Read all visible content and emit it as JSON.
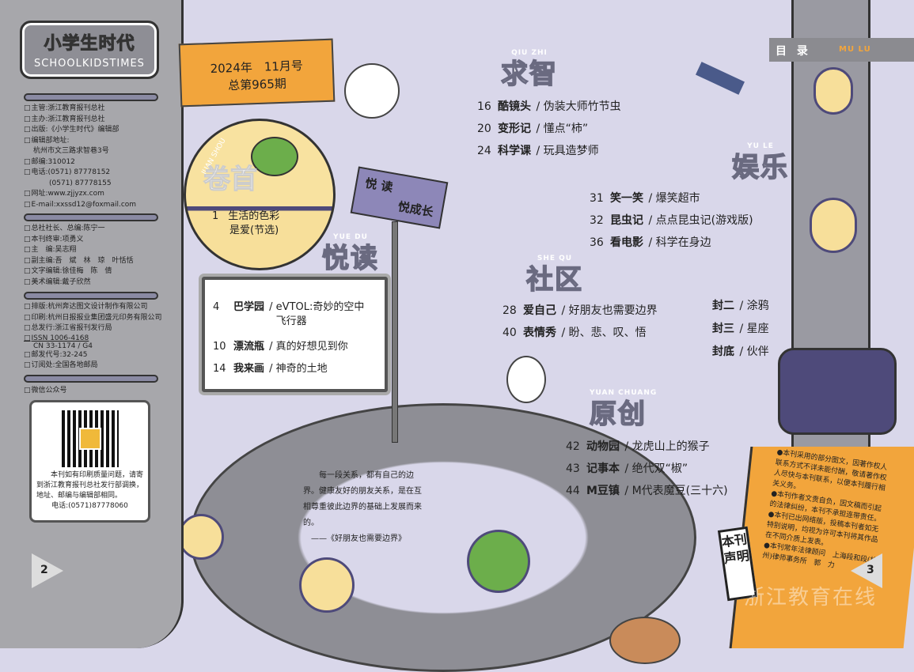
{
  "logo": {
    "cn": "小学生时代",
    "en": "SCHOOLKIDSTIMES"
  },
  "colophon": {
    "group1": [
      "主管:浙江教育报刊总社",
      "主办:浙江教育报刊总社",
      "出版:《小学生时代》编辑部",
      "编辑部地址:",
      "杭州市文三路求智巷3号",
      "邮编:310012",
      "电话:(0571) 87778152",
      "(0571) 87778155",
      "网址:www.zjjyzx.com",
      "E-mail:xxssd12@foxmail.com"
    ],
    "group2": [
      "总社社长、总编:陈宁一",
      "本刊终审:项勇义",
      "主　编:吴志翔",
      "副主编:吾　斌　林　琼　叶恬恬",
      "文字编辑:徐佳梅　陈　倩",
      "美术编辑:戴子欣然"
    ],
    "group3": [
      "排版:杭州奔达图文设计制作有限公司",
      "印刷:杭州日报报业集团盛元印务有限公司",
      "总发行:浙江省报刊发行局",
      "ISSN 1006-4168",
      "CN 33-1174 / G4",
      "邮发代号:32-245",
      "订阅处:全国各地邮局"
    ],
    "wechat": "微信公众号",
    "qr_note": "本刊如有印刷质量问题，请寄到浙江教育报刊总社发行部调换，地址、邮编与编辑部相同。",
    "qr_phone": "电话:(0571)87778060"
  },
  "pages": {
    "left": "2",
    "right": "3"
  },
  "issue": {
    "line1": "2024年　11月号",
    "line2": "总第965期"
  },
  "juanshou": {
    "title": "卷首",
    "en": "JUAN SHOU",
    "num": "1",
    "title_line1": "生活的色彩",
    "title_line2": "是爱(节选)"
  },
  "sign": {
    "line1": "悦 读",
    "line2": "悦成长"
  },
  "yuedu": {
    "title": "悦读",
    "en": "YUE DU",
    "entries": [
      {
        "num": "4",
        "col": "巴学园",
        "title": "eVTOL:奇妙的空中飞行器"
      },
      {
        "num": "10",
        "col": "漂流瓶",
        "title": "真的好想见到你"
      },
      {
        "num": "14",
        "col": "我来画",
        "title": "神奇的土地"
      }
    ]
  },
  "header": {
    "title": "目 录",
    "en": "MU LU"
  },
  "qiuzhi": {
    "title": "求智",
    "en": "QIU ZHI",
    "entries": [
      {
        "num": "16",
        "col": "酷镜头",
        "title": "伪装大师竹节虫"
      },
      {
        "num": "20",
        "col": "变形记",
        "title": "懂点“柿”"
      },
      {
        "num": "24",
        "col": "科学课",
        "title": "玩具造梦师"
      }
    ]
  },
  "yule": {
    "title": "娱乐",
    "en": "YU LE",
    "entries": [
      {
        "num": "31",
        "col": "笑一笑",
        "title": "爆笑超市"
      },
      {
        "num": "32",
        "col": "昆虫记",
        "title": "点点昆虫记(游戏版)"
      },
      {
        "num": "36",
        "col": "看电影",
        "title": "科学在身边"
      }
    ]
  },
  "shequ": {
    "title": "社区",
    "en": "SHE QU",
    "entries": [
      {
        "num": "28",
        "col": "爱自己",
        "title": "好朋友也需要边界"
      },
      {
        "num": "40",
        "col": "表情秀",
        "title": "盼、悲、叹、悟"
      }
    ]
  },
  "covers": [
    {
      "col": "封二",
      "title": "涂鸦"
    },
    {
      "col": "封三",
      "title": "星座"
    },
    {
      "col": "封底",
      "title": "伙伴"
    }
  ],
  "yuanchuang": {
    "title": "原创",
    "en": "YUAN CHUANG",
    "entries": [
      {
        "num": "42",
        "col": "动物园",
        "title": "龙虎山上的猴子"
      },
      {
        "num": "43",
        "col": "记事本",
        "title": "绝代双“椒”"
      },
      {
        "num": "44",
        "col": "M豆镇",
        "title": "M代表魔豆(三十六)"
      }
    ]
  },
  "quote": {
    "text": "每一段关系，都有自己的边界。健康友好的朋友关系，是在互相尊重彼此边界的基础上发展而来的。",
    "source": "——《好朋友也需要边界》"
  },
  "notice": {
    "stamp": "本刊声明",
    "items": [
      "●本刊采用的部分图文，因著作权人联系方式不详未能付酬，敬请著作权人尽快与本刊联系，以便本刊履行相关义务。",
      "●本刊作者文责自负，因文稿而引起的法律纠纷，本刊不承担连带责任。",
      "●本刊已出网络版，投稿本刊者如无特别说明，均视为许可本刊将其作品在不同介质上发表。",
      "●本刊常年法律顾问　上海段和段(杭州)律师事务所　郭　力"
    ]
  },
  "watermark": "浙江教育在线"
}
